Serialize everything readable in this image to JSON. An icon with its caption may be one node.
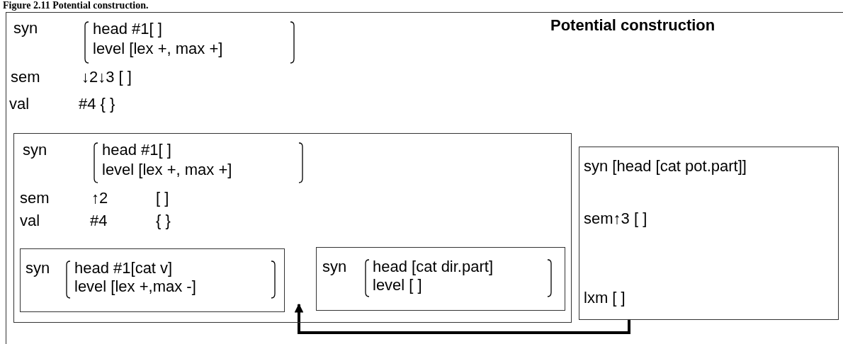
{
  "diagram": {
    "title": "Figure 2.11 Potential construction.",
    "nodes": [
      {
        "text": [
          "Potential construction",
          "syn",
          "head #1[ ]",
          "level [lex +, max +]",
          "sem",
          "↓2↓3 [ ]",
          "val",
          "#4 { }"
        ]
      },
      {
        "text": [
          "syn",
          "head #1[ ]",
          "level [lex +, max +]",
          "sem",
          "↑2",
          "[ ]",
          "val",
          "#4",
          "{ }"
        ],
        "in": 0
      },
      {
        "text": [
          "syn",
          "head #1[cat v]",
          "level [lex +,max -]"
        ],
        "in": 1
      },
      {
        "text": [
          "syn",
          "head [cat dir.part]",
          "level [ ]"
        ],
        "in": 1
      },
      {
        "text": [
          "syn [head [cat pot.part]]",
          "sem↑3 [ ]",
          "lxm [ ]"
        ],
        "in": 0
      }
    ],
    "edges": [
      {
        "from": 4,
        "to": 1,
        "arrow": "to"
      }
    ]
  }
}
